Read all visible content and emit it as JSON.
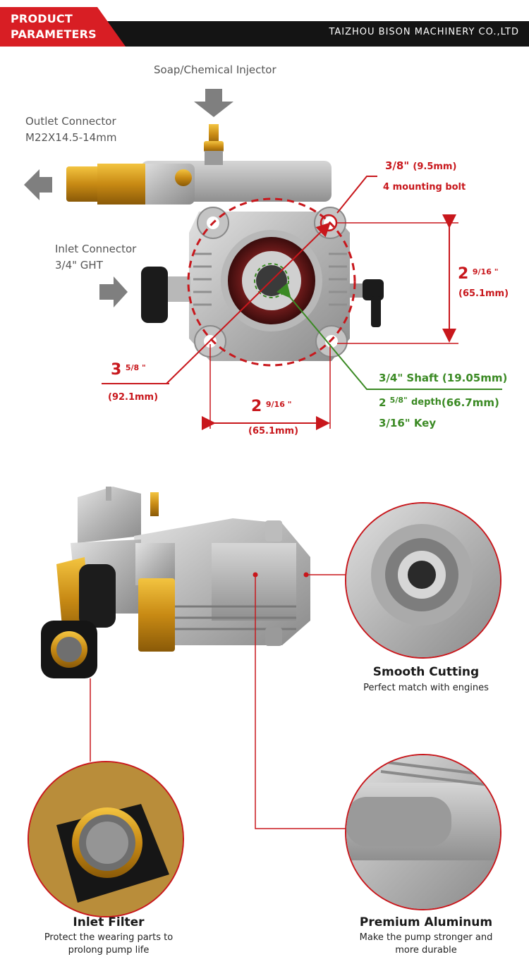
{
  "header": {
    "tag_line1": "PRODUCT",
    "tag_line2": "PARAMETERS",
    "company": "TAIZHOU BISON MACHINERY CO.,LTD"
  },
  "diagram": {
    "soap_injector": "Soap/Chemical Injector",
    "outlet_line1": "Outlet Connector",
    "outlet_line2": "M22X14.5-14mm",
    "inlet_line1": "Inlet Connector",
    "inlet_line2": "3/4\" GHT",
    "bolt_size": "3/8\"",
    "bolt_mm": "(9.5mm)",
    "bolt_desc": "4 mounting bolt",
    "right_dim_whole": "2",
    "right_dim_frac": "9/16 \"",
    "right_dim_mm": "(65.1mm)",
    "diag_dim_whole": "3",
    "diag_dim_frac": "5/8 \"",
    "diag_dim_mm": "(92.1mm)",
    "bottom_dim_whole": "2",
    "bottom_dim_frac": "9/16 \"",
    "bottom_dim_mm": "(65.1mm)",
    "shaft": "3/4\" Shaft  (19.05mm)",
    "depth_whole": "2",
    "depth_frac": "5/8\"",
    "depth_label": "depth",
    "depth_mm": "(66.7mm)",
    "key": "3/16\" Key"
  },
  "features": {
    "smooth_title": "Smooth Cutting",
    "smooth_sub": "Perfect match with engines",
    "inlet_title": "Inlet Filter",
    "inlet_sub1": "Protect the wearing parts to",
    "inlet_sub2": "prolong pump life",
    "aluminum_title": "Premium Aluminum",
    "aluminum_sub1": "Make the pump stronger and",
    "aluminum_sub2": "more durable"
  },
  "colors": {
    "accent_red": "#c8171c",
    "green": "#3b8a24",
    "header_black": "#141414"
  }
}
